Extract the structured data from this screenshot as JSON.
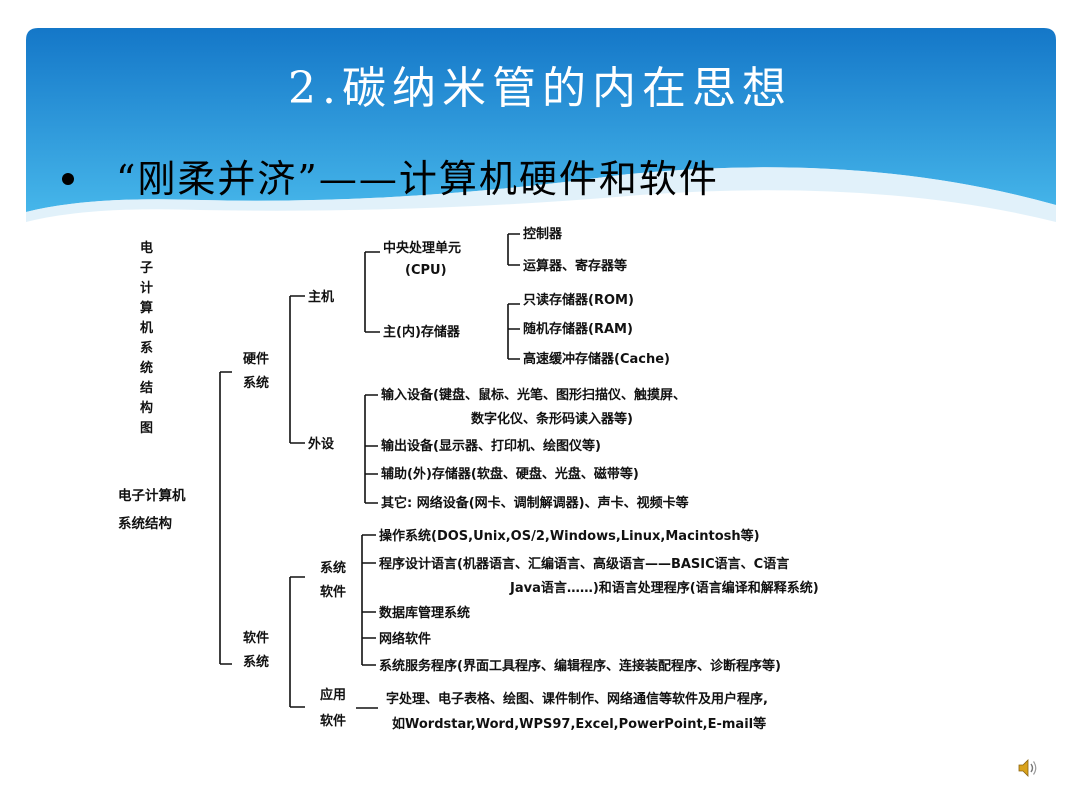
{
  "slide": {
    "title": "2.碳纳米管的内在思想",
    "bullet": "“刚柔并济”——计算机硬件和软件"
  },
  "diagram": {
    "side_title": [
      "电",
      "子",
      "计",
      "算",
      "机",
      "系",
      "统",
      "结",
      "构",
      "图"
    ],
    "root": [
      "电子计算机",
      "系统结构"
    ],
    "hardware": [
      "硬件",
      "系统"
    ],
    "host": "主机",
    "cpu": [
      "中央处理单元",
      "(CPU)"
    ],
    "controller": "控制器",
    "alu": "运算器、寄存器等",
    "main_memory": "主(内)存储器",
    "rom": "只读存储器(ROM)",
    "ram": "随机存储器(RAM)",
    "cache": "高速缓冲存储器(Cache)",
    "peripheral": "外设",
    "input": [
      "输入设备(键盘、鼠标、光笔、图形扫描仪、触摸屏、",
      "数字化仪、条形码读入器等)"
    ],
    "output": "输出设备(显示器、打印机、绘图仪等)",
    "aux_storage": "辅助(外)存储器(软盘、硬盘、光盘、磁带等)",
    "other": "其它: 网络设备(网卡、调制解调器)、声卡、视频卡等",
    "software": [
      "软件",
      "系统"
    ],
    "system_software": [
      "系统",
      "软件"
    ],
    "os": "操作系统(DOS,Unix,OS/2,Windows,Linux,Macintosh等)",
    "prog_lang": [
      "程序设计语言(机器语言、汇编语言、高级语言——BASIC语言、C语言",
      "Java语言……)和语言处理程序(语言编译和解释系统)"
    ],
    "dbms": "数据库管理系统",
    "network_sw": "网络软件",
    "service": "系统服务程序(界面工具程序、编辑程序、连接装配程序、诊断程序等)",
    "application": [
      "应用",
      "软件"
    ],
    "app_desc": [
      "字处理、电子表格、绘图、课件制作、网络通信等软件及用户程序,",
      "如Wordstar,Word,WPS97,Excel,PowerPoint,E-mail等"
    ]
  },
  "colors": {
    "header_top": "#1477c8",
    "header_bottom": "#3fb0e8",
    "wave_light": "#d9eef9"
  },
  "icons": {
    "speaker": "speaker-icon"
  }
}
